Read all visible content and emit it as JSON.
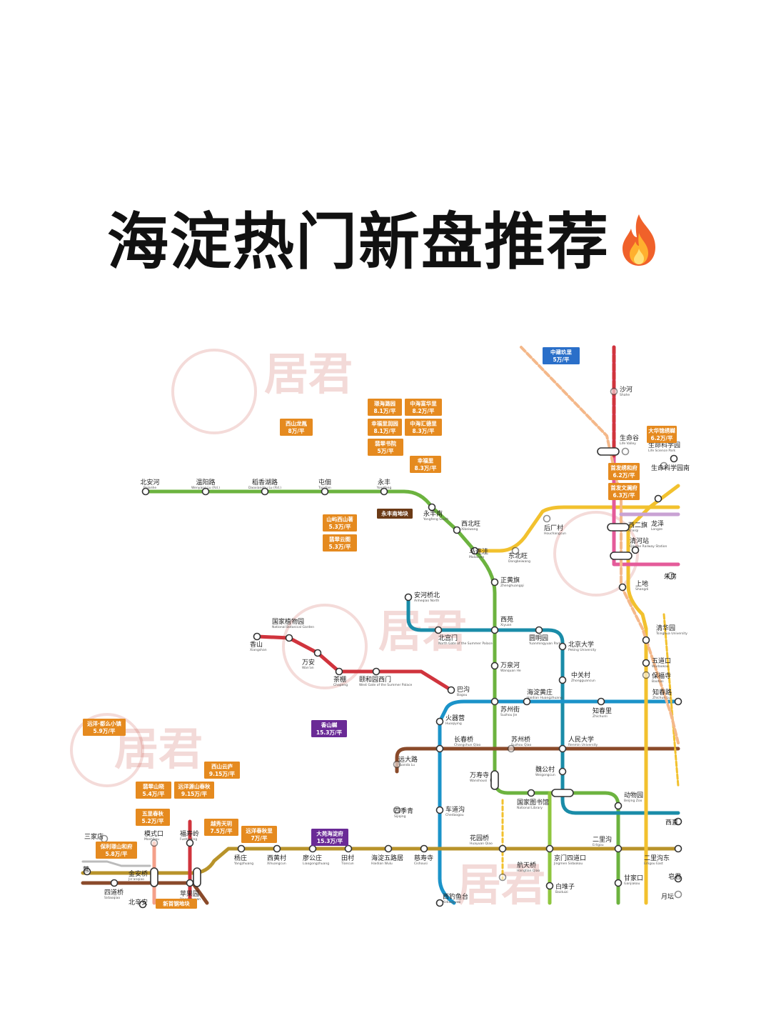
{
  "title": "海淀热门新盘推荐",
  "title_icon": "fire-icon",
  "watermark": "居君",
  "lines": {
    "green": "#6cb33f",
    "red": "#d0343d",
    "teal": "#1a8ca8",
    "blue": "#1b93c9",
    "gold": "#b8932a",
    "brown": "#8a4a2a",
    "purple": "#7b3fa0",
    "yellow": "#f2c12e",
    "orange": "#e58a1f",
    "pink": "#e45b9a",
    "lime": "#8fc63f",
    "gray": "#999999"
  },
  "stations": [
    {
      "zh": "北安河",
      "en": "Beianhe"
    },
    {
      "zh": "温阳路",
      "en": "Wenyang Lu (Rd.)"
    },
    {
      "zh": "稻香湖路",
      "en": "Daoxianghu Lu (Rd.)"
    },
    {
      "zh": "屯佃",
      "en": "Tundian"
    },
    {
      "zh": "永丰",
      "en": "Yongfeng"
    },
    {
      "zh": "永丰南",
      "en": "Yongfeng South"
    },
    {
      "zh": "西北旺",
      "en": "Xibeiwang"
    },
    {
      "zh": "马连洼",
      "en": "Malianwa"
    },
    {
      "zh": "正黄旗",
      "en": "Zhenghuangqi"
    },
    {
      "zh": "西苑",
      "en": "Xiyuan"
    },
    {
      "zh": "万泉河",
      "en": "Wanquan He"
    },
    {
      "zh": "苏州街",
      "en": "Suzhou Jie"
    },
    {
      "zh": "火器营",
      "en": "Huoqiying"
    },
    {
      "zh": "长春桥",
      "en": "Changchun Qiao"
    },
    {
      "zh": "苏州桥",
      "en": "Suzhou Qiao"
    },
    {
      "zh": "人民大学",
      "en": "Renmin University"
    },
    {
      "zh": "万寿寺",
      "en": "Wanshousi"
    },
    {
      "zh": "魏公村",
      "en": "Weigongcun"
    },
    {
      "zh": "国家图书馆",
      "en": "National Library"
    },
    {
      "zh": "动物园",
      "en": "Beijing Zoo"
    },
    {
      "zh": "安河桥北",
      "en": "Anheqiao North"
    },
    {
      "zh": "北宫门",
      "en": "North Gate of the Summer Palace"
    },
    {
      "zh": "圆明园",
      "en": "Yuanmingyuan Park"
    },
    {
      "zh": "北京大学",
      "en": "Peking University"
    },
    {
      "zh": "中关村",
      "en": "Zhongguancun"
    },
    {
      "zh": "海淀黄庄",
      "en": "Haidian Huangzhuang"
    },
    {
      "zh": "知春里",
      "en": "Zhichunli"
    },
    {
      "zh": "知春路",
      "en": "Zhichun Lu"
    },
    {
      "zh": "国家植物园",
      "en": "National Botanical Garden"
    },
    {
      "zh": "香山",
      "en": "Xiangshan"
    },
    {
      "zh": "万安",
      "en": "Wan'an"
    },
    {
      "zh": "茶棚",
      "en": "Chapeng"
    },
    {
      "zh": "颐和园西门",
      "en": "West Gate of the Summer Palace"
    },
    {
      "zh": "巴沟",
      "en": "Bagou"
    },
    {
      "zh": "远大路",
      "en": "Yuanda Lu"
    },
    {
      "zh": "四季青",
      "en": "Sijiqing"
    },
    {
      "zh": "车道沟",
      "en": "Chedaogou"
    },
    {
      "zh": "花园桥",
      "en": "Huayuan Qiao"
    },
    {
      "zh": "航天桥",
      "en": "Hangtian Qiao"
    },
    {
      "zh": "京门四道口",
      "en": "Jingmen Sidaokou"
    },
    {
      "zh": "二里沟",
      "en": "Erligou"
    },
    {
      "zh": "二里沟东",
      "en": "Erligou East"
    },
    {
      "zh": "白堆子",
      "en": "Baiduizi"
    },
    {
      "zh": "甘家口",
      "en": "Ganjiakou"
    },
    {
      "zh": "西钓鱼台",
      "en": "Xidiaoyutai"
    },
    {
      "zh": "杨庄",
      "en": "Yangzhuang"
    },
    {
      "zh": "西黄村",
      "en": "Xihuangcun"
    },
    {
      "zh": "廖公庄",
      "en": "Liaogongzhuang"
    },
    {
      "zh": "田村",
      "en": "Tiancun"
    },
    {
      "zh": "海淀五路居",
      "en": "Haidian Wulu"
    },
    {
      "zh": "慈寿寺",
      "en": "Cishousi"
    },
    {
      "zh": "模式口",
      "en": "Moshikou"
    },
    {
      "zh": "福寿岭",
      "en": "Fushouling"
    },
    {
      "zh": "金安桥",
      "en": "Jin'anqiao"
    },
    {
      "zh": "四道桥",
      "en": "Sidaoqiao"
    },
    {
      "zh": "苹果园",
      "en": "Pingguoyuan"
    },
    {
      "zh": "沙河",
      "en": "Shahe"
    },
    {
      "zh": "生命谷",
      "en": "Life Valley"
    },
    {
      "zh": "生命科学园",
      "en": "Life Science Park"
    },
    {
      "zh": "后厂村",
      "en": "Houchangcun"
    },
    {
      "zh": "东北旺",
      "en": "Dongbeiwang"
    },
    {
      "zh": "西二旗",
      "en": "Xi'erqi"
    },
    {
      "zh": "龙泽",
      "en": "Longze"
    },
    {
      "zh": "清河站",
      "en": "Qinghe Railway Station"
    },
    {
      "zh": "上地",
      "en": "Shangdi"
    },
    {
      "zh": "清华园",
      "en": "Tsinghua University"
    },
    {
      "zh": "五道口",
      "en": "Wudaokou"
    },
    {
      "zh": "保福寺",
      "en": "Baofusi"
    },
    {
      "zh": "西直",
      "en": ""
    },
    {
      "zh": "三家店",
      "en": ""
    },
    {
      "zh": "北辛安",
      "en": ""
    },
    {
      "zh": "营",
      "en": ""
    },
    {
      "zh": "朱房",
      "en": ""
    },
    {
      "zh": "生命科学园南",
      "en": ""
    },
    {
      "zh": "皂君",
      "en": ""
    },
    {
      "zh": "月坛",
      "en": ""
    }
  ],
  "projects": [
    {
      "name": "璟海潞园",
      "price": "8.1万/平",
      "color": "#e58a1f"
    },
    {
      "name": "中海富华里",
      "price": "8.2万/平",
      "color": "#e58a1f"
    },
    {
      "name": "幸福里润园",
      "price": "8.1万/平",
      "color": "#e58a1f"
    },
    {
      "name": "中海汇德里",
      "price": "8.3万/平",
      "color": "#e58a1f"
    },
    {
      "name": "翡翠书院",
      "price": "5万/平",
      "color": "#e58a1f"
    },
    {
      "name": "幸福里",
      "price": "8.3万/平",
      "color": "#e58a1f"
    },
    {
      "name": "西山龙胤",
      "price": "8万/平",
      "color": "#e58a1f"
    },
    {
      "name": "山屿西山著",
      "price": "5.3万/平",
      "color": "#e58a1f"
    },
    {
      "name": "翡翠云图",
      "price": "5.3万/平",
      "color": "#e58a1f"
    },
    {
      "name": "永丰南地块",
      "price": "",
      "color": "#6b3a16"
    },
    {
      "name": "大华锦绣樾",
      "price": "6.2万/平",
      "color": "#e58a1f"
    },
    {
      "name": "首发绣和府",
      "price": "6.2万/平",
      "color": "#e58a1f"
    },
    {
      "name": "首发文澜府",
      "price": "6.3万/平",
      "color": "#e58a1f"
    },
    {
      "name": "中建玖里",
      "price": "5万/平",
      "color": "#2a6fc9"
    },
    {
      "name": "香山樾",
      "price": "15.3万/平",
      "color": "#6a2a96"
    },
    {
      "name": "大苑海淀府",
      "price": "15.3万/平",
      "color": "#6a2a96"
    },
    {
      "name": "西山云庐",
      "price": "9.15万/平",
      "color": "#e58a1f"
    },
    {
      "name": "翡翠山晓",
      "price": "5.4万/平",
      "color": "#e58a1f"
    },
    {
      "name": "远洋源山春秋",
      "price": "9.15万/平",
      "color": "#e58a1f"
    },
    {
      "name": "五里春秋",
      "price": "5.2万/平",
      "color": "#e58a1f"
    },
    {
      "name": "越秀天玥",
      "price": "7.5万/平",
      "color": "#e58a1f"
    },
    {
      "name": "远洋春秋里",
      "price": "7万/平",
      "color": "#e58a1f"
    },
    {
      "name": "保利璟山和府",
      "price": "5.8万/平",
      "color": "#e58a1f"
    },
    {
      "name": "远洋·都么小镇",
      "price": "5.9万/平",
      "color": "#e58a1f"
    },
    {
      "name": "新首钢地块",
      "price": "",
      "color": "#e58a1f"
    }
  ]
}
